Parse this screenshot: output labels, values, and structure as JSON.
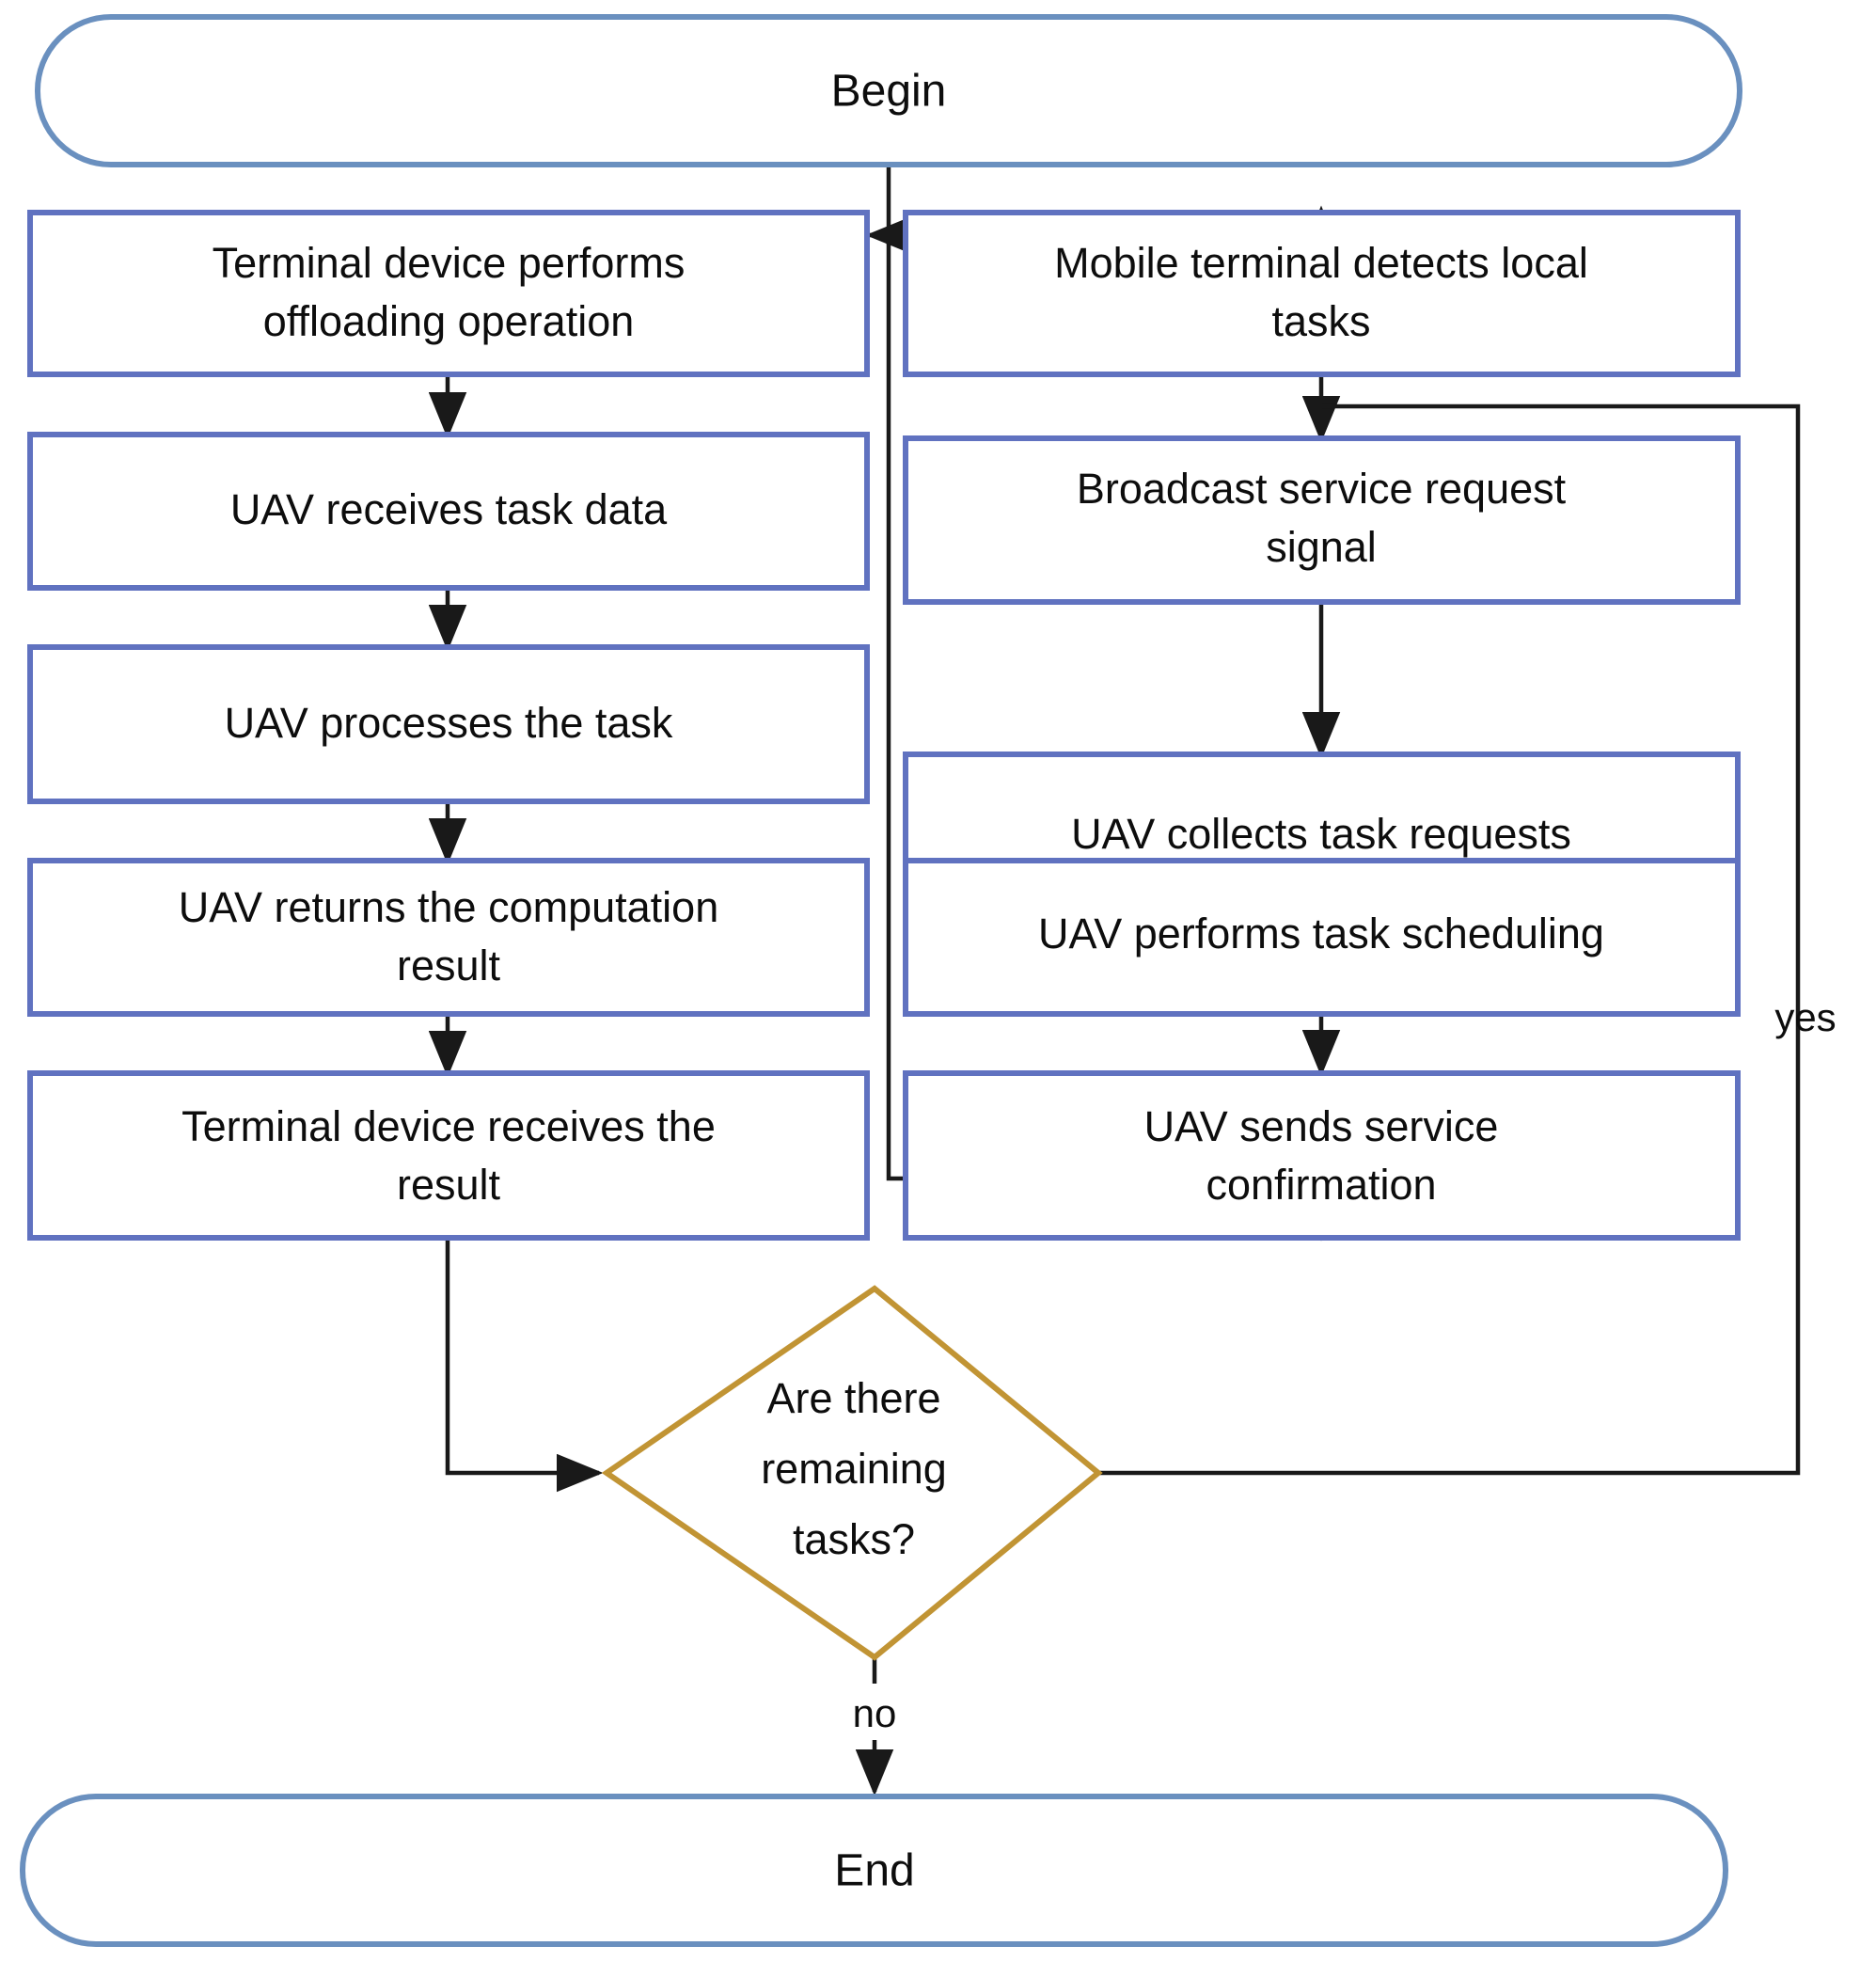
{
  "diagram": {
    "title": "UAV task offloading and scheduling flowchart",
    "colors": {
      "process_border": "#6072c0",
      "terminal_border": "#6a90bf",
      "decision_border": "#c19434",
      "connector": "#191919",
      "text": "#0d0d0d",
      "background": "#ffffff"
    },
    "nodes": {
      "begin": {
        "label": "Begin",
        "shape": "terminator"
      },
      "end": {
        "label": "End",
        "shape": "terminator"
      },
      "left_col": [
        {
          "id": "offloading",
          "label": "Terminal device performs offloading operation",
          "shape": "process"
        },
        {
          "id": "receive_data",
          "label": "UAV receives task data",
          "shape": "process"
        },
        {
          "id": "process_task",
          "label": "UAV processes the task",
          "shape": "process"
        },
        {
          "id": "return_result",
          "label": "UAV returns the computation result",
          "shape": "process"
        },
        {
          "id": "terminal_receives",
          "label": "Terminal device receives the result",
          "shape": "process"
        }
      ],
      "right_col": [
        {
          "id": "detect_tasks",
          "label": "Mobile terminal detects local tasks",
          "shape": "process"
        },
        {
          "id": "broadcast",
          "label": "Broadcast service request signal",
          "shape": "process"
        },
        {
          "id": "collect_requests",
          "label": "UAV collects task requests",
          "shape": "process"
        },
        {
          "id": "scheduling",
          "label": "UAV performs task scheduling",
          "shape": "process"
        },
        {
          "id": "confirmation",
          "label": "UAV sends service confirmation",
          "shape": "process"
        }
      ],
      "decision": {
        "id": "remaining",
        "label": "Are there remaining tasks?",
        "shape": "diamond"
      }
    },
    "node_lines": {
      "offloading": [
        "Terminal device performs",
        "offloading operation"
      ],
      "receive_data": [
        "UAV receives task data"
      ],
      "process_task": [
        "UAV processes the task"
      ],
      "return_result": [
        "UAV returns the computation",
        "result"
      ],
      "terminal_receives": [
        "Terminal device receives the",
        "result"
      ],
      "detect_tasks": [
        "Mobile terminal detects local",
        "tasks"
      ],
      "broadcast": [
        "Broadcast service request",
        "signal"
      ],
      "collect_requests": [
        "UAV collects task requests"
      ],
      "scheduling": [
        "UAV performs task scheduling"
      ],
      "confirmation": [
        "UAV sends service",
        "confirmation"
      ],
      "decision": [
        "Are there",
        "remaining",
        "tasks?"
      ]
    },
    "edge_labels": {
      "yes": "yes",
      "no": "no"
    },
    "edges": [
      {
        "from": "begin",
        "to": "detect_tasks",
        "label": ""
      },
      {
        "from": "detect_tasks",
        "to": "broadcast",
        "label": ""
      },
      {
        "from": "broadcast",
        "to": "collect_requests",
        "label": ""
      },
      {
        "from": "collect_requests",
        "to": "scheduling",
        "label": ""
      },
      {
        "from": "scheduling",
        "to": "confirmation",
        "label": ""
      },
      {
        "from": "confirmation",
        "to": "offloading",
        "label": ""
      },
      {
        "from": "offloading",
        "to": "receive_data",
        "label": ""
      },
      {
        "from": "receive_data",
        "to": "process_task",
        "label": ""
      },
      {
        "from": "process_task",
        "to": "return_result",
        "label": ""
      },
      {
        "from": "return_result",
        "to": "terminal_receives",
        "label": ""
      },
      {
        "from": "terminal_receives",
        "to": "decision",
        "label": ""
      },
      {
        "from": "decision",
        "to": "broadcast",
        "label": "yes"
      },
      {
        "from": "decision",
        "to": "end",
        "label": "no"
      }
    ]
  }
}
